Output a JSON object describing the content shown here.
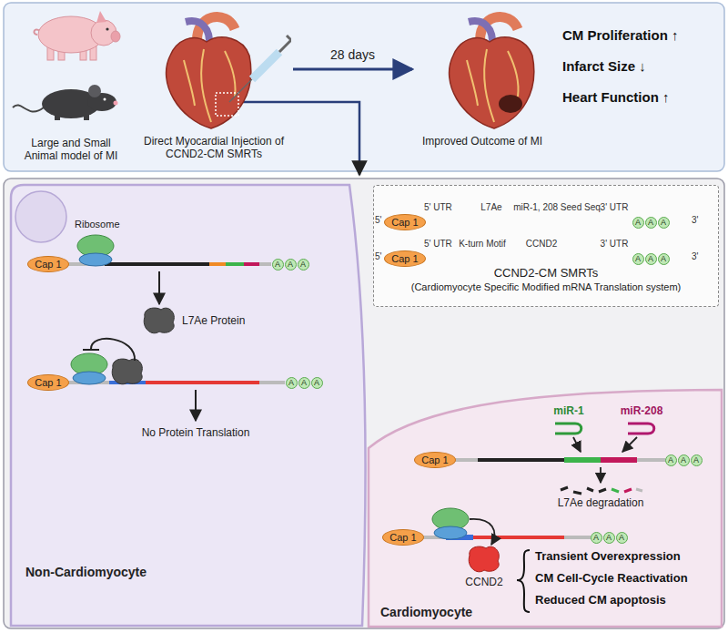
{
  "diagram": {
    "nodes": [
      {
        "text": [
          "Direct Myocardial Injection of CCND2-CM SMRTs"
        ]
      },
      {
        "text": [
          "Improved Outcome of MI"
        ]
      },
      {
        "text": [
          "Non-Cardiomyocyte"
        ]
      },
      {
        "text": [
          "Cap 1"
        ],
        "in": 2
      },
      {
        "text": [
          "A"
        ],
        "in": 2
      },
      {
        "text": [
          "A"
        ],
        "in": 2
      },
      {
        "text": [
          "A"
        ],
        "in": 2
      },
      {
        "text": [
          "Cap 1"
        ],
        "in": 2
      },
      {
        "text": [
          "A"
        ],
        "in": 2
      },
      {
        "text": [
          "A"
        ],
        "in": 2
      },
      {
        "text": [
          "A"
        ],
        "in": 2
      },
      {
        "text": [
          "CCND2-CM SMRTs",
          "(Cardiomyocyte Specific Modified mRNA Translation system)"
        ]
      },
      {
        "text": [
          "Cap 1"
        ],
        "in": 11
      },
      {
        "text": [
          "A"
        ],
        "in": 11
      },
      {
        "text": [
          "A"
        ],
        "in": 11
      },
      {
        "text": [
          "A"
        ],
        "in": 11
      },
      {
        "text": [
          "Cap 1"
        ],
        "in": 11
      },
      {
        "text": [
          "A"
        ],
        "in": 11
      },
      {
        "text": [
          "A"
        ],
        "in": 11
      },
      {
        "text": [
          "A"
        ],
        "in": 11
      },
      {
        "text": [
          "Cardiomyocyte"
        ]
      },
      {
        "text": [
          "Cap 1"
        ],
        "in": 20
      },
      {
        "text": [
          "A"
        ],
        "in": 20
      },
      {
        "text": [
          "A"
        ],
        "in": 20
      },
      {
        "text": [
          "A"
        ],
        "in": 20
      },
      {
        "text": [
          "Cap 1"
        ],
        "in": 20
      },
      {
        "text": [
          "A"
        ],
        "in": 20
      },
      {
        "text": [
          "A"
        ],
        "in": 20
      },
      {
        "text": [
          "A"
        ],
        "in": 20
      }
    ],
    "edges": [
      {
        "from": 0,
        "to": 1,
        "arrow": "to",
        "label": "28 days"
      }
    ],
    "labels": [
      "Large and Small Animal model of MI",
      "CM Proliferation ↑",
      "Infarct Size ↓",
      "Heart Function ↑",
      "Ribosome",
      "L7Ae Protein",
      "No Protein Translation",
      "5'",
      "5' UTR",
      "L7Ae",
      "miR-1, 208 Seed Seq",
      "3' UTR",
      "3'",
      "5'",
      "5' UTR",
      "K-turn Motif",
      "CCND2",
      "3' UTR",
      "3'",
      "miR-1",
      "miR-208",
      "L7Ae degradation",
      "CCND2",
      "Transient Overexpression",
      "CM Cell-Cycle Reactivation",
      "Reduced CM apoptosis"
    ]
  }
}
